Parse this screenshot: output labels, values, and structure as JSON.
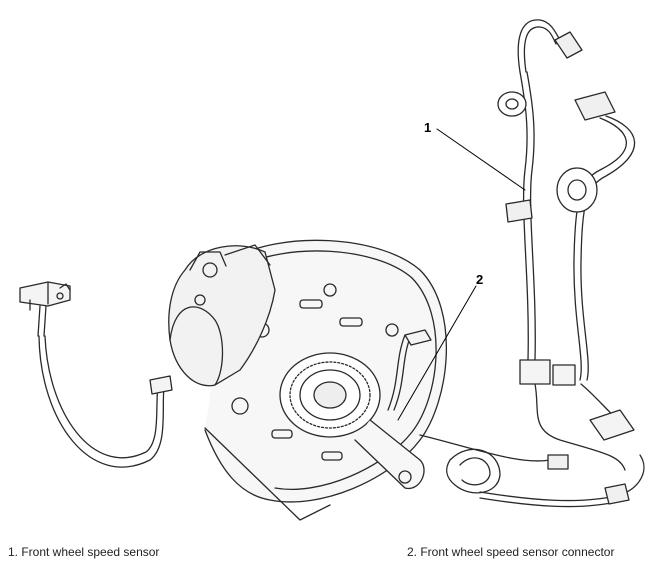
{
  "callouts": [
    "1",
    "2"
  ],
  "legend": [
    "1. Front wheel speed sensor",
    "2. Front wheel speed sensor connector"
  ]
}
